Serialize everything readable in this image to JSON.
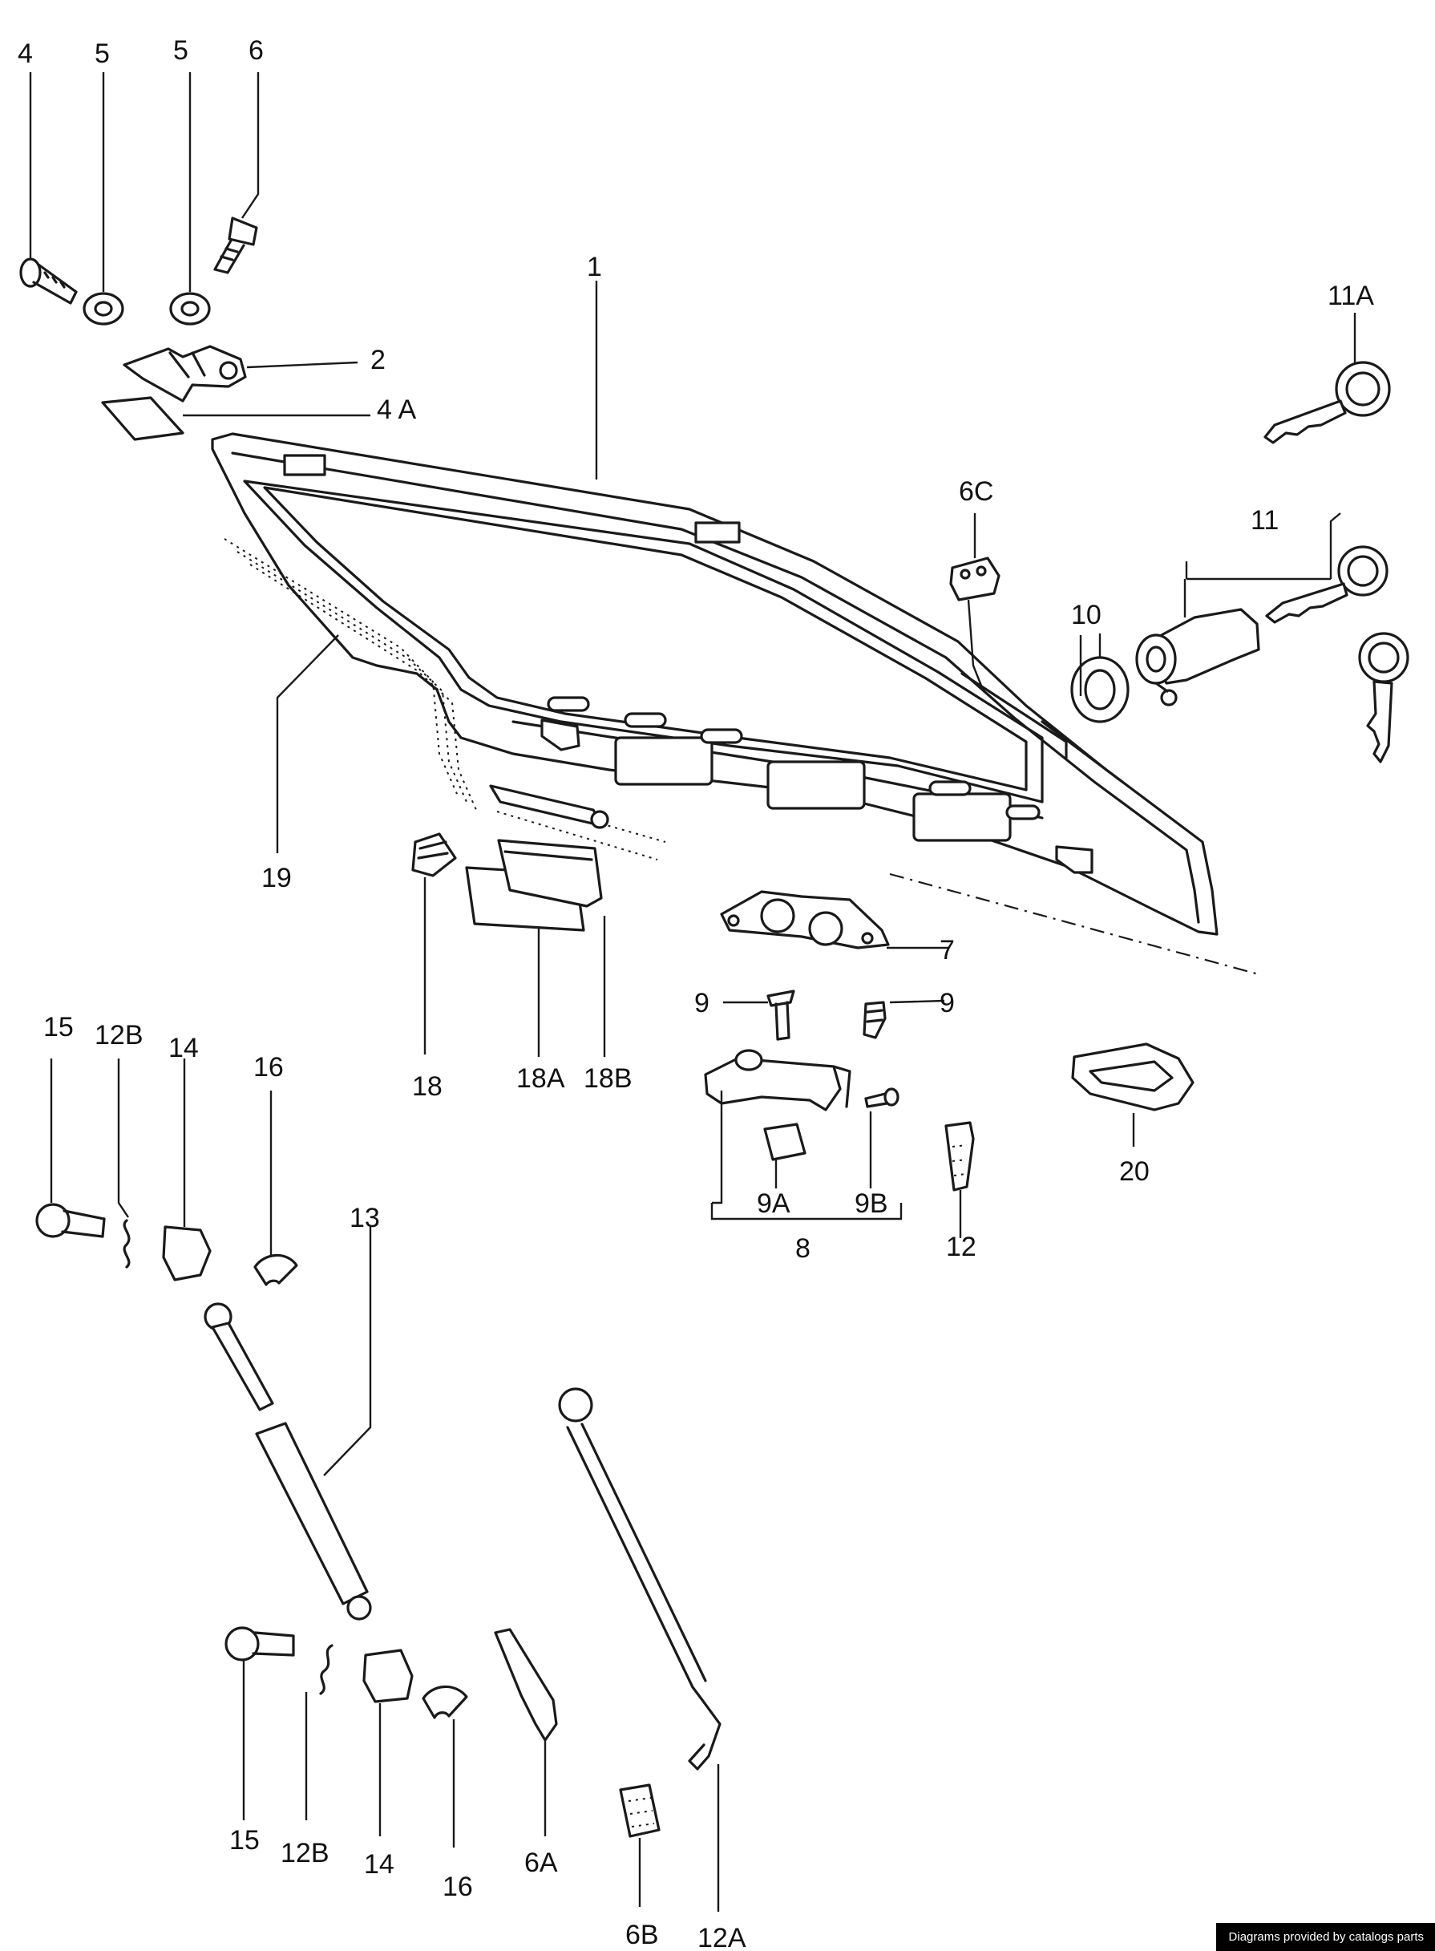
{
  "labels": {
    "l4": "4",
    "l5a": "5",
    "l5b": "5",
    "l6": "6",
    "l1": "1",
    "l2": "2",
    "l4A": "4 A",
    "l11A": "11A",
    "l11": "11",
    "l10": "10",
    "l6C": "6C",
    "l19": "19",
    "l18": "18",
    "l18A": "18A",
    "l18B": "18B",
    "l7": "7",
    "l9a": "9",
    "l9b": "9",
    "l9A": "9A",
    "l9B": "9B",
    "l8": "8",
    "l12": "12",
    "l20": "20",
    "l15a": "15",
    "l12Ba": "12B",
    "l14a": "14",
    "l16a": "16",
    "l13": "13",
    "l15b": "15",
    "l12Bb": "12B",
    "l14b": "14",
    "l16b": "16",
    "l6A": "6A",
    "l6B": "6B",
    "l12A": "12A"
  },
  "footer": {
    "credit": "Diagrams provided by catalogs parts"
  },
  "colors": {
    "ink": "#1a1a1a",
    "paper": "#ffffff",
    "footer_bg": "#000000",
    "footer_text": "#ffffff"
  }
}
